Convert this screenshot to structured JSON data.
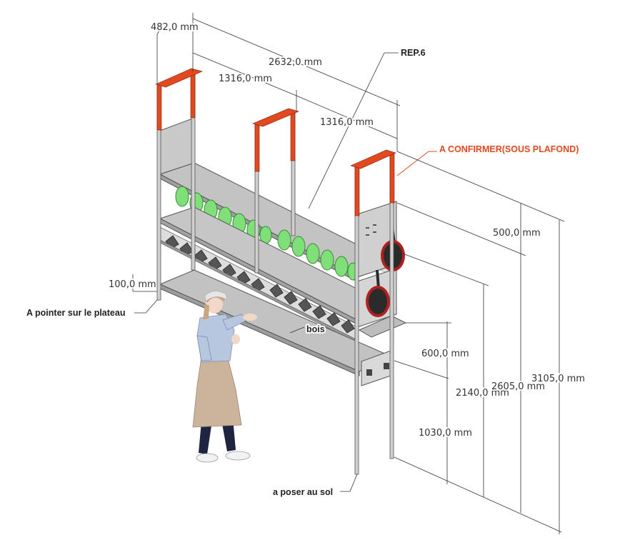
{
  "colors": {
    "background": "#ffffff",
    "frame_steel": "#c7c7c7",
    "frame_edge": "#555555",
    "accent_orange": "#e2491f",
    "dimension_line": "#333333",
    "green_tray": "#7fe07a",
    "pan_red": "#b02020",
    "pan_dark": "#2b2b2b"
  },
  "dimensions": {
    "depth_top": "482,0 mm",
    "total_width": "2632,0 mm",
    "half_width_left": "1316,0 mm",
    "half_width_right": "1316,0 mm",
    "height_upper_bay": "500,0 mm",
    "top_shelf_clearance": "600,0 mm",
    "height_shelf": "2140,0 mm",
    "height_frame": "2605,0 mm",
    "height_total": "3105,0 mm",
    "height_board": "1030,0 mm",
    "board_offset": "100,0 mm"
  },
  "annotations": {
    "rep": "REP.6",
    "confirm": "A CONFIRMER(SOUS PLAFOND)",
    "plateau": "A pointer sur le plateau",
    "bois": "bois",
    "sol": "a poser au sol"
  },
  "icons": {
    "person": "person-figure",
    "pan": "frying-pan-icon"
  }
}
